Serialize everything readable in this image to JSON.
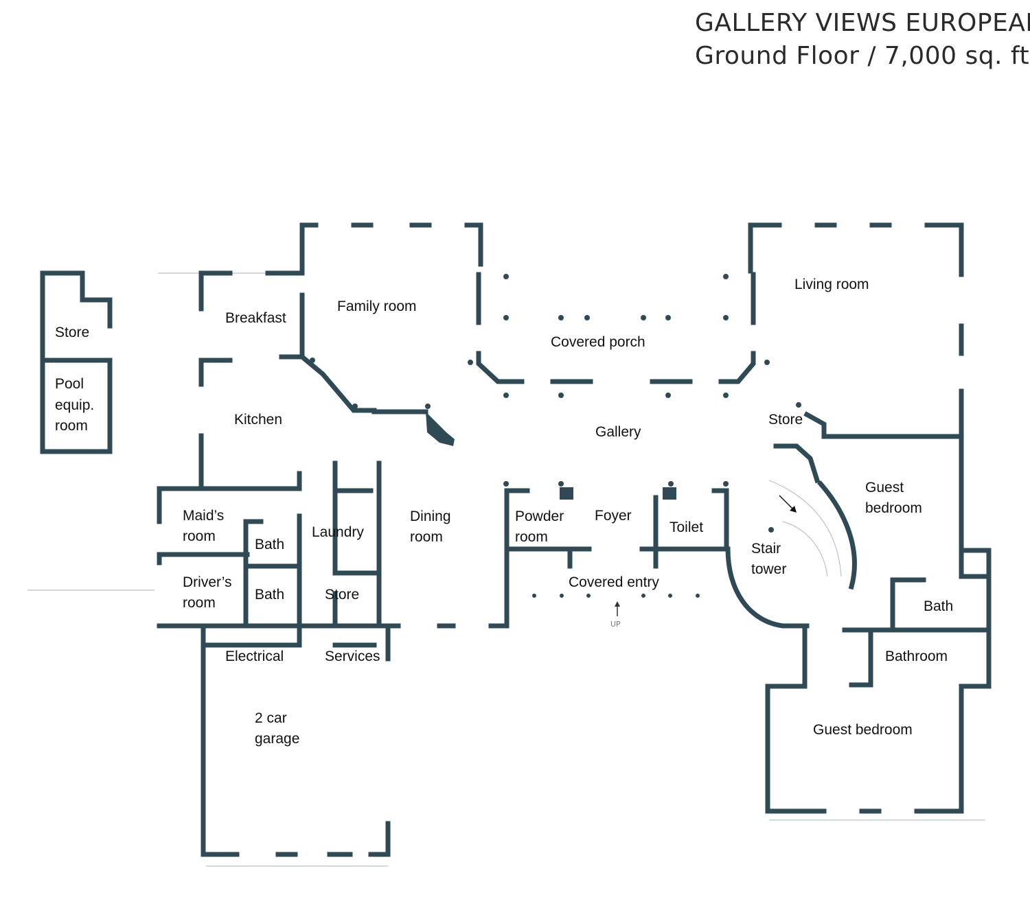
{
  "title": {
    "line1": "GALLERY VIEWS EUROPEAN",
    "line2": "Ground Floor / 7,000 sq. ft"
  },
  "rooms": {
    "store_outbuilding": "Store",
    "pool_equip": [
      "Pool",
      "equip.",
      "room"
    ],
    "breakfast": "Breakfast",
    "family_room": "Family room",
    "covered_porch": "Covered porch",
    "living_room": "Living room",
    "kitchen": "Kitchen",
    "gallery": "Gallery",
    "store_stair": "Store",
    "guest_bedroom_1": [
      "Guest",
      "bedroom"
    ],
    "maids_room": [
      "Maid’s",
      "room"
    ],
    "bath_maid": "Bath",
    "laundry": "Laundry",
    "dining_room": [
      "Dining",
      "room"
    ],
    "powder_room": [
      "Powder",
      "room"
    ],
    "foyer": "Foyer",
    "toilet": "Toilet",
    "stair_tower": [
      "Stair",
      "tower"
    ],
    "drivers_room": [
      "Driver’s",
      "room"
    ],
    "bath_driver": "Bath",
    "store_service": "Store",
    "covered_entry": "Covered entry",
    "bath_guest": "Bath",
    "electrical": "Electrical",
    "services": "Services",
    "bathroom": "Bathroom",
    "garage": [
      "2 car",
      "garage"
    ],
    "guest_bedroom_2": "Guest bedroom"
  },
  "annotations": {
    "up": "UP"
  }
}
